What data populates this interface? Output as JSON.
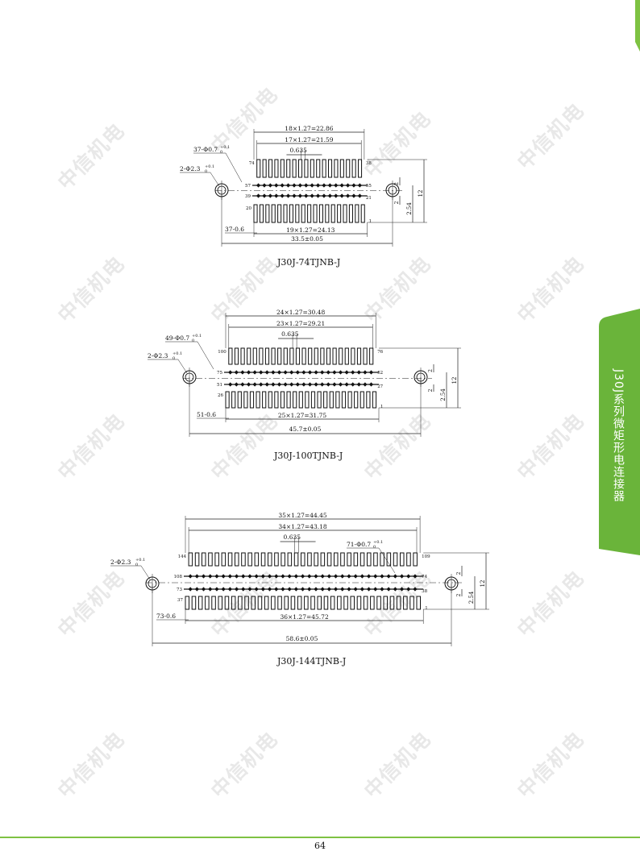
{
  "watermark": "中信机电",
  "side_tab": {
    "text": "J30J系列微矩形电连接器",
    "color": "#6ab43a"
  },
  "accent_color": "#7ec242",
  "page_number": "64",
  "drawings": [
    {
      "caption": "J30J-74TJNB-J",
      "dim_top1": "18×1.27=22.86",
      "dim_top2": "17×1.27=21.59",
      "dim_pitch": "0.635",
      "dim_bottom1": "19×1.27=24.13",
      "dim_overall": "33.5±0.05",
      "hole_note": "2-Φ2.3",
      "hole_tol": "+0.1",
      "hole_tol_low": "0",
      "pin_note": "37-Φ0.7",
      "pin_tol": "+0.1",
      "pin_tol_low": "0",
      "slot_note": "37-0.6",
      "side_dim_a": "2",
      "side_dim_b": "2.54",
      "side_dim_c": "12",
      "side_dim_d": "2",
      "pins": {
        "top_left": "74",
        "top_right": "38",
        "row2_left": "57",
        "row2_right": "55",
        "row3_left": "39",
        "row3_right": "21",
        "bot_left": "20",
        "bot_right": "1"
      }
    },
    {
      "caption": "J30J-100TJNB-J",
      "dim_top1": "24×1.27=30.48",
      "dim_top2": "23×1.27=29.21",
      "dim_pitch": "0.635",
      "dim_bottom1": "25×1.27=31.75",
      "dim_overall": "45.7±0.05",
      "hole_note": "2-Φ2.3",
      "hole_tol": "+0.1",
      "hole_tol_low": "0",
      "pin_note": "49-Φ0.7",
      "pin_tol": "+0.1",
      "pin_tol_low": "0",
      "slot_note": "51-0.6",
      "side_dim_a": "2",
      "side_dim_b": "2.54",
      "side_dim_c": "12",
      "side_dim_d": "2",
      "pins": {
        "top_left": "100",
        "top_right": "76",
        "row2_left": "75",
        "row2_right": "52",
        "row3_left": "51",
        "row3_right": "27",
        "bot_left": "26",
        "bot_right": "1"
      }
    },
    {
      "caption": "J30J-144TJNB-J",
      "dim_top1": "35×1.27=44.45",
      "dim_top2": "34×1.27=43.18",
      "dim_pitch": "0.635",
      "dim_bottom1": "36×1.27=45.72",
      "dim_overall": "58.6±0.05",
      "hole_note": "2-Φ2.3",
      "hole_tol": "+0.1",
      "hole_tol_low": "0",
      "pin_note": "71-Φ0.7",
      "pin_tol": "+0.1",
      "pin_tol_low": "0",
      "slot_note": "73-0.6",
      "side_dim_a": "2",
      "side_dim_b": "2.54",
      "side_dim_c": "12",
      "side_dim_d": "2",
      "pins": {
        "top_left": "144",
        "top_right": "109",
        "row2_left": "108",
        "row2_right": "74",
        "row3_left": "73",
        "row3_right": "38",
        "bot_left": "37",
        "bot_right": "1"
      }
    }
  ]
}
